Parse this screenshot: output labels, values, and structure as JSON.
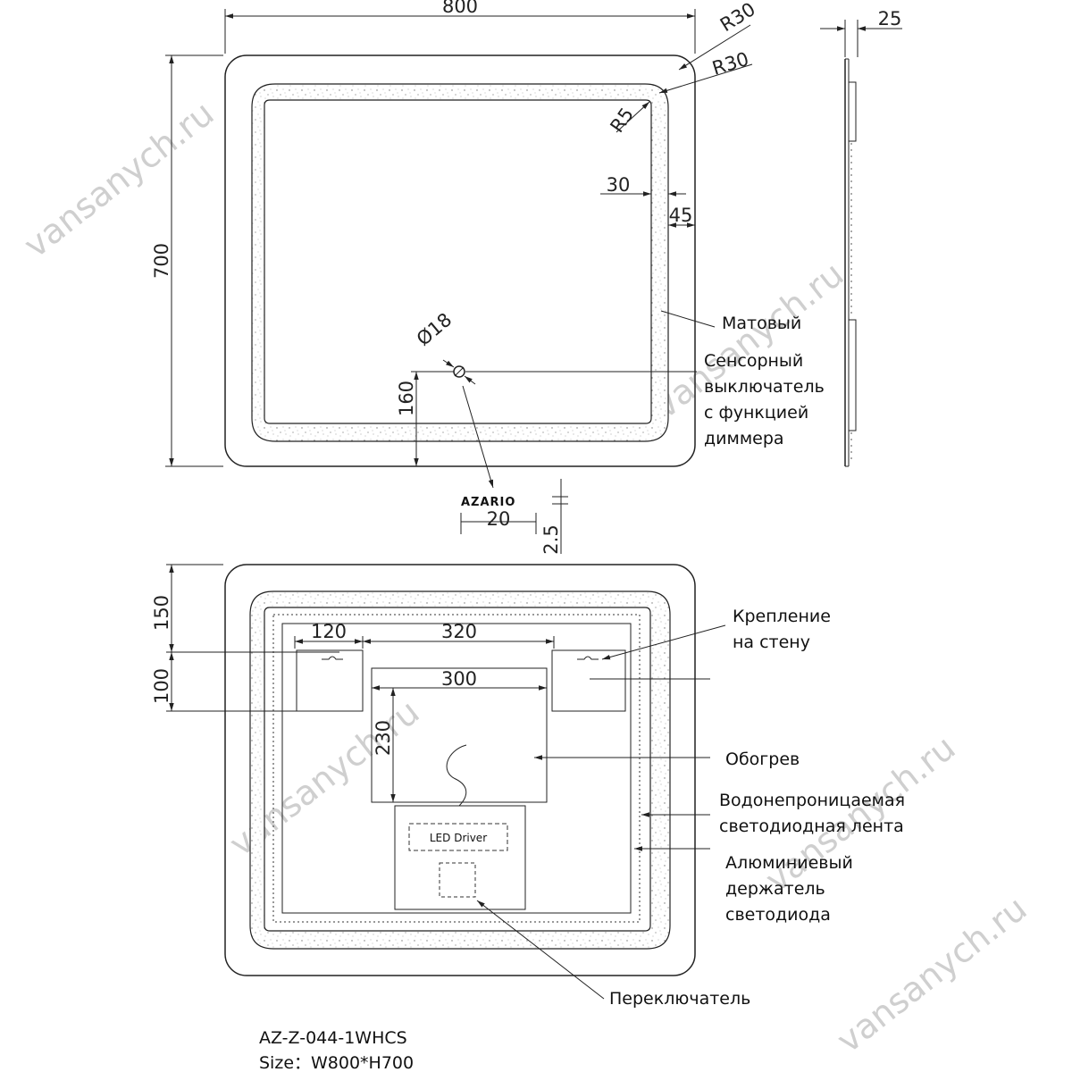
{
  "front_view": {
    "width": "800",
    "height": "700",
    "outer_radius": "R30",
    "inner_radius": "R30",
    "corner_radius": "R5",
    "frame_inner": "30",
    "frame_outer": "45",
    "switch_diameter": "Ø18",
    "switch_offset": "160",
    "logo_text": "AZARIO",
    "logo_width": "20",
    "logo_height": "2.5"
  },
  "side_view": {
    "depth": "25"
  },
  "back_view": {
    "top_offset": "150",
    "mount_height": "100",
    "mount_offset": "120",
    "mount_spacing": "320",
    "heater_width": "300",
    "heater_height": "230",
    "led_driver_label": "LED Driver"
  },
  "callouts": {
    "matte": "Матовый",
    "touch_switch": [
      "Сенсорный",
      "выключатель",
      "с функцией",
      "диммера"
    ],
    "wall_mount": [
      "Крепление",
      "на стену"
    ],
    "heating": "Обогрев",
    "led_strip": [
      "Водонепроницаемая",
      "светодиодная лента"
    ],
    "aluminum_holder": [
      "Алюминиевый",
      "держатель",
      "светодиода"
    ],
    "switch": "Переключатель"
  },
  "footer": {
    "model": "AZ-Z-044-1WHCS",
    "size": "Size：W800*H700"
  },
  "watermark": "vansanych.ru"
}
